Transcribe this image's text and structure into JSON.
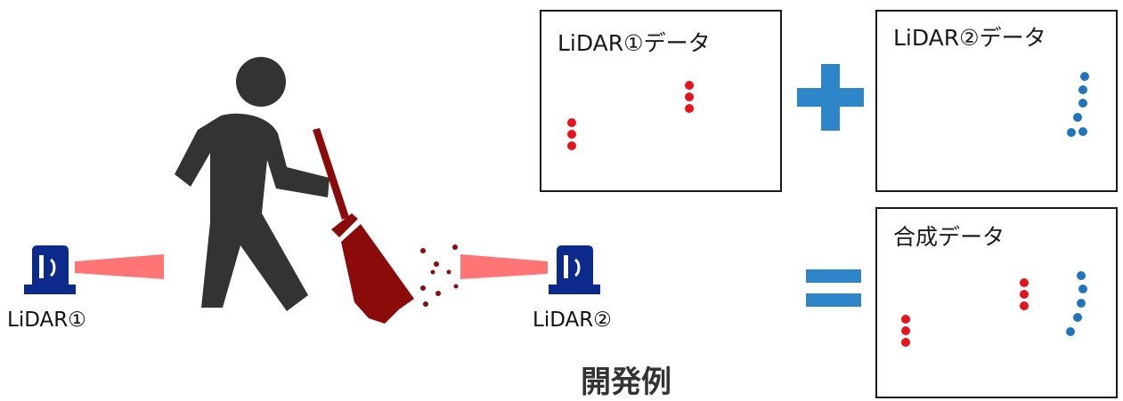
{
  "lidar1": {
    "label": "LiDAR①"
  },
  "lidar2": {
    "label": "LiDAR②"
  },
  "panels": {
    "lidar1_data": {
      "title": "LiDAR①データ"
    },
    "lidar2_data": {
      "title": "LiDAR②データ"
    },
    "merged_data": {
      "title": "合成データ"
    }
  },
  "operators": {
    "plus": "+",
    "equals": "="
  },
  "caption": "開発例",
  "colors": {
    "lidar1_points": "#e8121b",
    "lidar2_points": "#1f74bd",
    "operator": "#2e86c8",
    "beam": "#ff7474",
    "siren": "#0b2a8c",
    "person": "#333333",
    "broom": "#8b0a0a"
  },
  "icons": [
    "siren-icon",
    "person-icon",
    "broom-icon"
  ]
}
